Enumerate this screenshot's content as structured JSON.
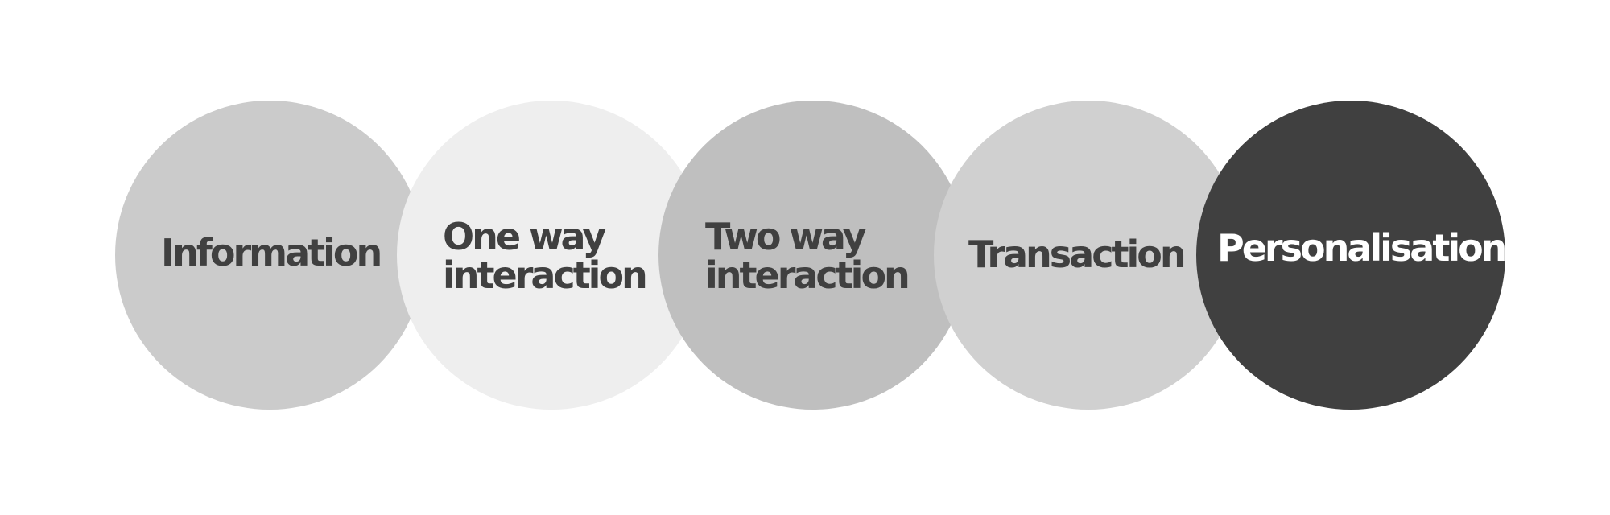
{
  "stages": [
    {
      "label_lines": [
        "Information"
      ],
      "fill": "#cbcbcb",
      "text_color": "#404040"
    },
    {
      "label_lines": [
        "One way",
        "interaction"
      ],
      "fill": "#eeeeee",
      "text_color": "#404040"
    },
    {
      "label_lines": [
        "Two way",
        "interaction"
      ],
      "fill": "#bfbfbf",
      "text_color": "#404040"
    },
    {
      "label_lines": [
        "Transaction"
      ],
      "fill": "#d0d0d0",
      "text_color": "#404040"
    },
    {
      "label_lines": [
        "Personalisation"
      ],
      "fill": "#404040",
      "text_color": "#ffffff"
    }
  ]
}
